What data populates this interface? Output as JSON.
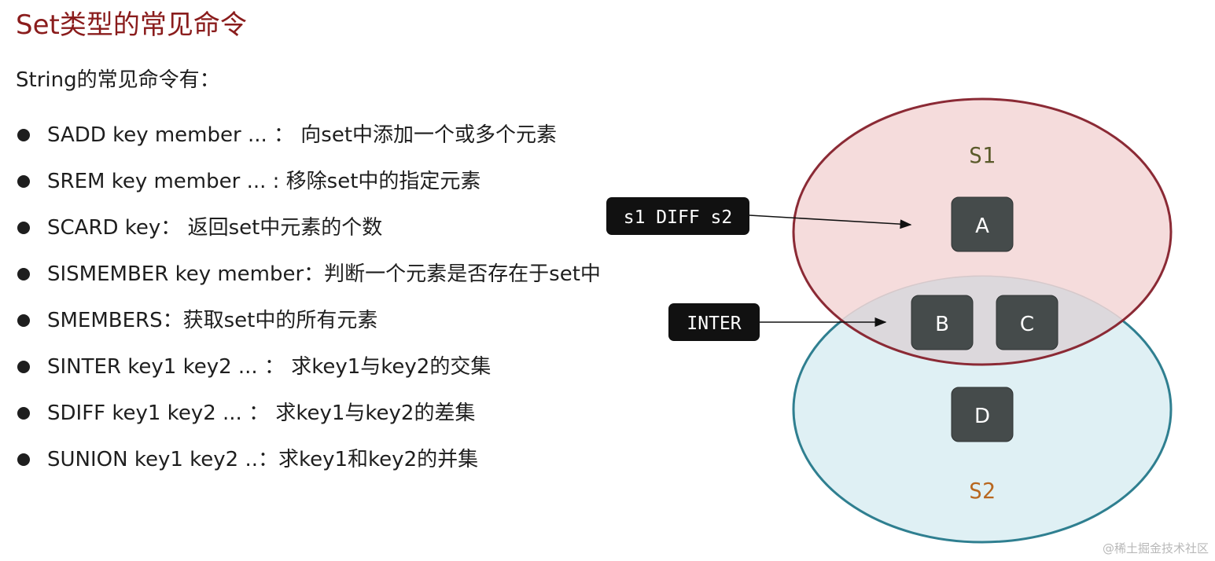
{
  "title": "Set类型的常见命令",
  "intro": "String的常见命令有：",
  "commands": [
    "SADD key member ... ： 向set中添加一个或多个元素",
    "SREM key member ... : 移除set中的指定元素",
    "SCARD key： 返回set中元素的个数",
    "SISMEMBER key member：判断一个元素是否存在于set中",
    "SMEMBERS：获取set中的所有元素",
    "SINTER key1 key2 ... ： 求key1与key2的交集",
    "SDIFF key1 key2 ... ： 求key1与key2的差集",
    "SUNION key1 key2 ..：求key1和key2的并集"
  ],
  "diagram": {
    "set1_label": "S1",
    "set2_label": "S2",
    "elements": [
      "A",
      "B",
      "C",
      "D"
    ],
    "callouts": {
      "diff": "s1 DIFF s2",
      "inter": "INTER"
    }
  },
  "colors": {
    "title": "#8a1c1c",
    "s1_fill": "#f3d6d6",
    "s1_stroke": "#8b2a35",
    "s2_fill": "#dff0f4",
    "s2_stroke": "#2f7f90",
    "element_fill": "#454b4b",
    "callout_fill": "#111111"
  },
  "watermark": "@稀土掘金技术社区"
}
